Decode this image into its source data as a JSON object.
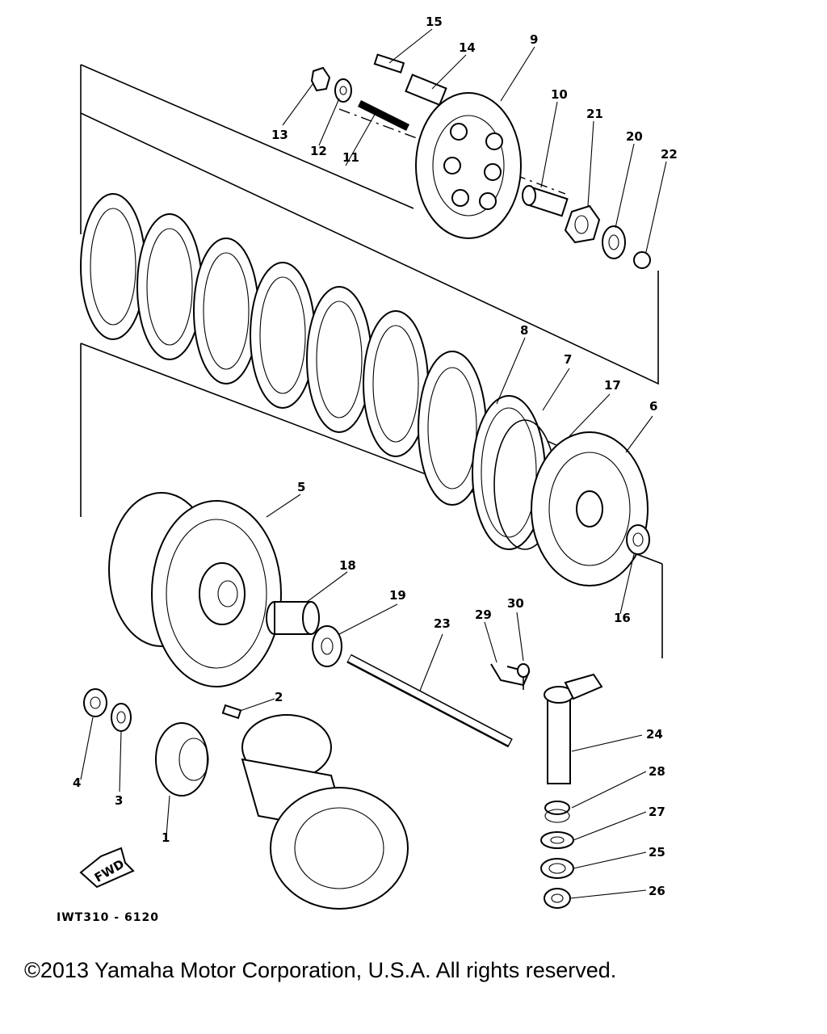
{
  "diagram": {
    "drawing_code": "IWT310 - 6120",
    "fwd_label": "FWD",
    "copyright": "©2013 Yamaha Motor Corporation, U.S.A. All rights reserved.",
    "callouts": [
      "1",
      "2",
      "3",
      "4",
      "5",
      "6",
      "7",
      "8",
      "9",
      "10",
      "11",
      "12",
      "13",
      "14",
      "15",
      "16",
      "17",
      "18",
      "19",
      "20",
      "21",
      "22",
      "23",
      "24",
      "25",
      "26",
      "27",
      "28",
      "29",
      "30"
    ]
  }
}
